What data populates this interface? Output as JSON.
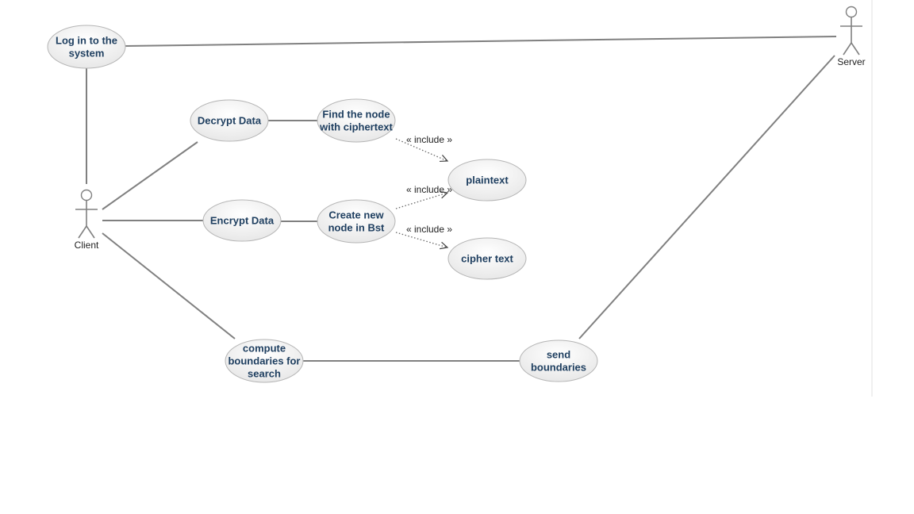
{
  "actors": [
    {
      "id": "client",
      "label": "Client"
    },
    {
      "id": "server",
      "label": "Server"
    }
  ],
  "use_cases": [
    {
      "id": "login",
      "lines": [
        "Log in to the",
        "system"
      ]
    },
    {
      "id": "decrypt",
      "lines": [
        "Decrypt Data"
      ]
    },
    {
      "id": "find",
      "lines": [
        "Find the node",
        "with ciphertext"
      ]
    },
    {
      "id": "plaintext",
      "lines": [
        "plaintext"
      ]
    },
    {
      "id": "encrypt",
      "lines": [
        "Encrypt Data"
      ]
    },
    {
      "id": "create",
      "lines": [
        "Create new",
        "node in Bst"
      ]
    },
    {
      "id": "cipher",
      "lines": [
        "cipher text"
      ]
    },
    {
      "id": "compute",
      "lines": [
        "compute",
        "boundaries for",
        "search"
      ]
    },
    {
      "id": "send",
      "lines": [
        "send",
        "boundaries"
      ]
    }
  ],
  "associations": [
    [
      "login",
      "server"
    ],
    [
      "login",
      "client"
    ],
    [
      "client",
      "decrypt"
    ],
    [
      "client",
      "encrypt"
    ],
    [
      "client",
      "compute"
    ],
    [
      "decrypt",
      "find"
    ],
    [
      "encrypt",
      "create"
    ],
    [
      "compute",
      "send"
    ],
    [
      "send",
      "server"
    ]
  ],
  "includes": [
    {
      "from": "find",
      "to": "plaintext",
      "label": "« include »"
    },
    {
      "from": "create",
      "to": "plaintext",
      "label": "« include »"
    },
    {
      "from": "create",
      "to": "cipher",
      "label": "« include »"
    }
  ]
}
